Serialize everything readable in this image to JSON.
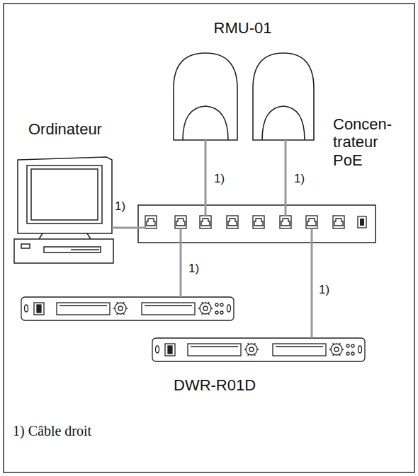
{
  "diagram": {
    "nodes": [
      {
        "text": [
          "Ordinateur"
        ]
      },
      {
        "text": [
          "RMU-01"
        ]
      },
      {
        "text": [
          "Concen- trateur PoE"
        ]
      },
      {
        "text": [
          "DWR-R01D"
        ]
      }
    ],
    "edges": [
      {
        "from": 0,
        "to": 2,
        "arrow": "none",
        "label": "1)"
      },
      {
        "from": 1,
        "to": 2,
        "arrow": "none",
        "label": "1)"
      },
      {
        "from": 1,
        "to": 2,
        "arrow": "none",
        "label": "1)"
      },
      {
        "from": 2,
        "to": 3,
        "arrow": "none",
        "label": "1)"
      },
      {
        "from": 2,
        "to": 3,
        "arrow": "none",
        "label": "1)"
      }
    ],
    "labels": [
      "1) Câble droit"
    ]
  }
}
